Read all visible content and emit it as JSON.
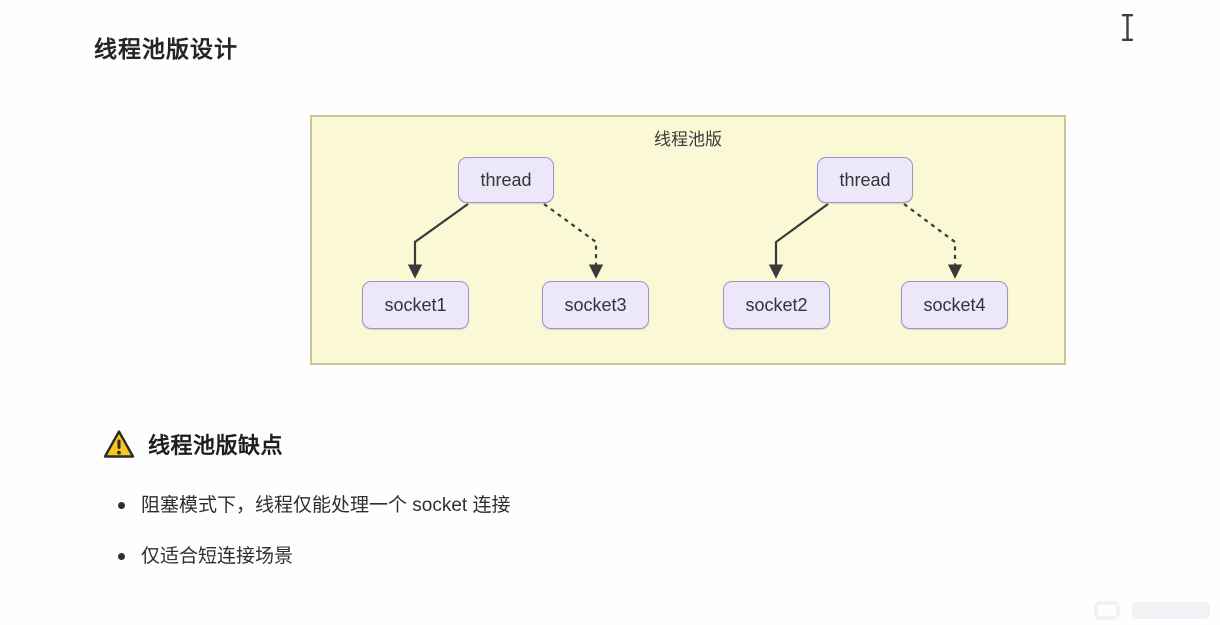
{
  "page": {
    "title": "线程池版设计"
  },
  "diagram": {
    "panel_label": "线程池版",
    "threads": [
      {
        "label": "thread"
      },
      {
        "label": "thread"
      }
    ],
    "sockets": [
      {
        "label": "socket1"
      },
      {
        "label": "socket3"
      },
      {
        "label": "socket2"
      },
      {
        "label": "socket4"
      }
    ],
    "edges": [
      {
        "from": "thread-1",
        "to": "socket1",
        "style": "solid"
      },
      {
        "from": "thread-1",
        "to": "socket3",
        "style": "dashed"
      },
      {
        "from": "thread-2",
        "to": "socket2",
        "style": "solid"
      },
      {
        "from": "thread-2",
        "to": "socket4",
        "style": "dashed"
      }
    ],
    "colors": {
      "panel_bg": "#fbf8d6",
      "panel_border": "#c9c49b",
      "node_bg": "#ece7f9",
      "node_border": "#9d95c8",
      "edge": "#3a3a3a"
    }
  },
  "warning": {
    "icon": "warning-triangle-icon",
    "icon_color": "#f8c81c",
    "heading": "线程池版缺点",
    "bullets": [
      "阻塞模式下，线程仅能处理一个 socket 连接",
      "仅适合短连接场景"
    ]
  },
  "cursor": {
    "icon": "text-ibeam-cursor"
  }
}
